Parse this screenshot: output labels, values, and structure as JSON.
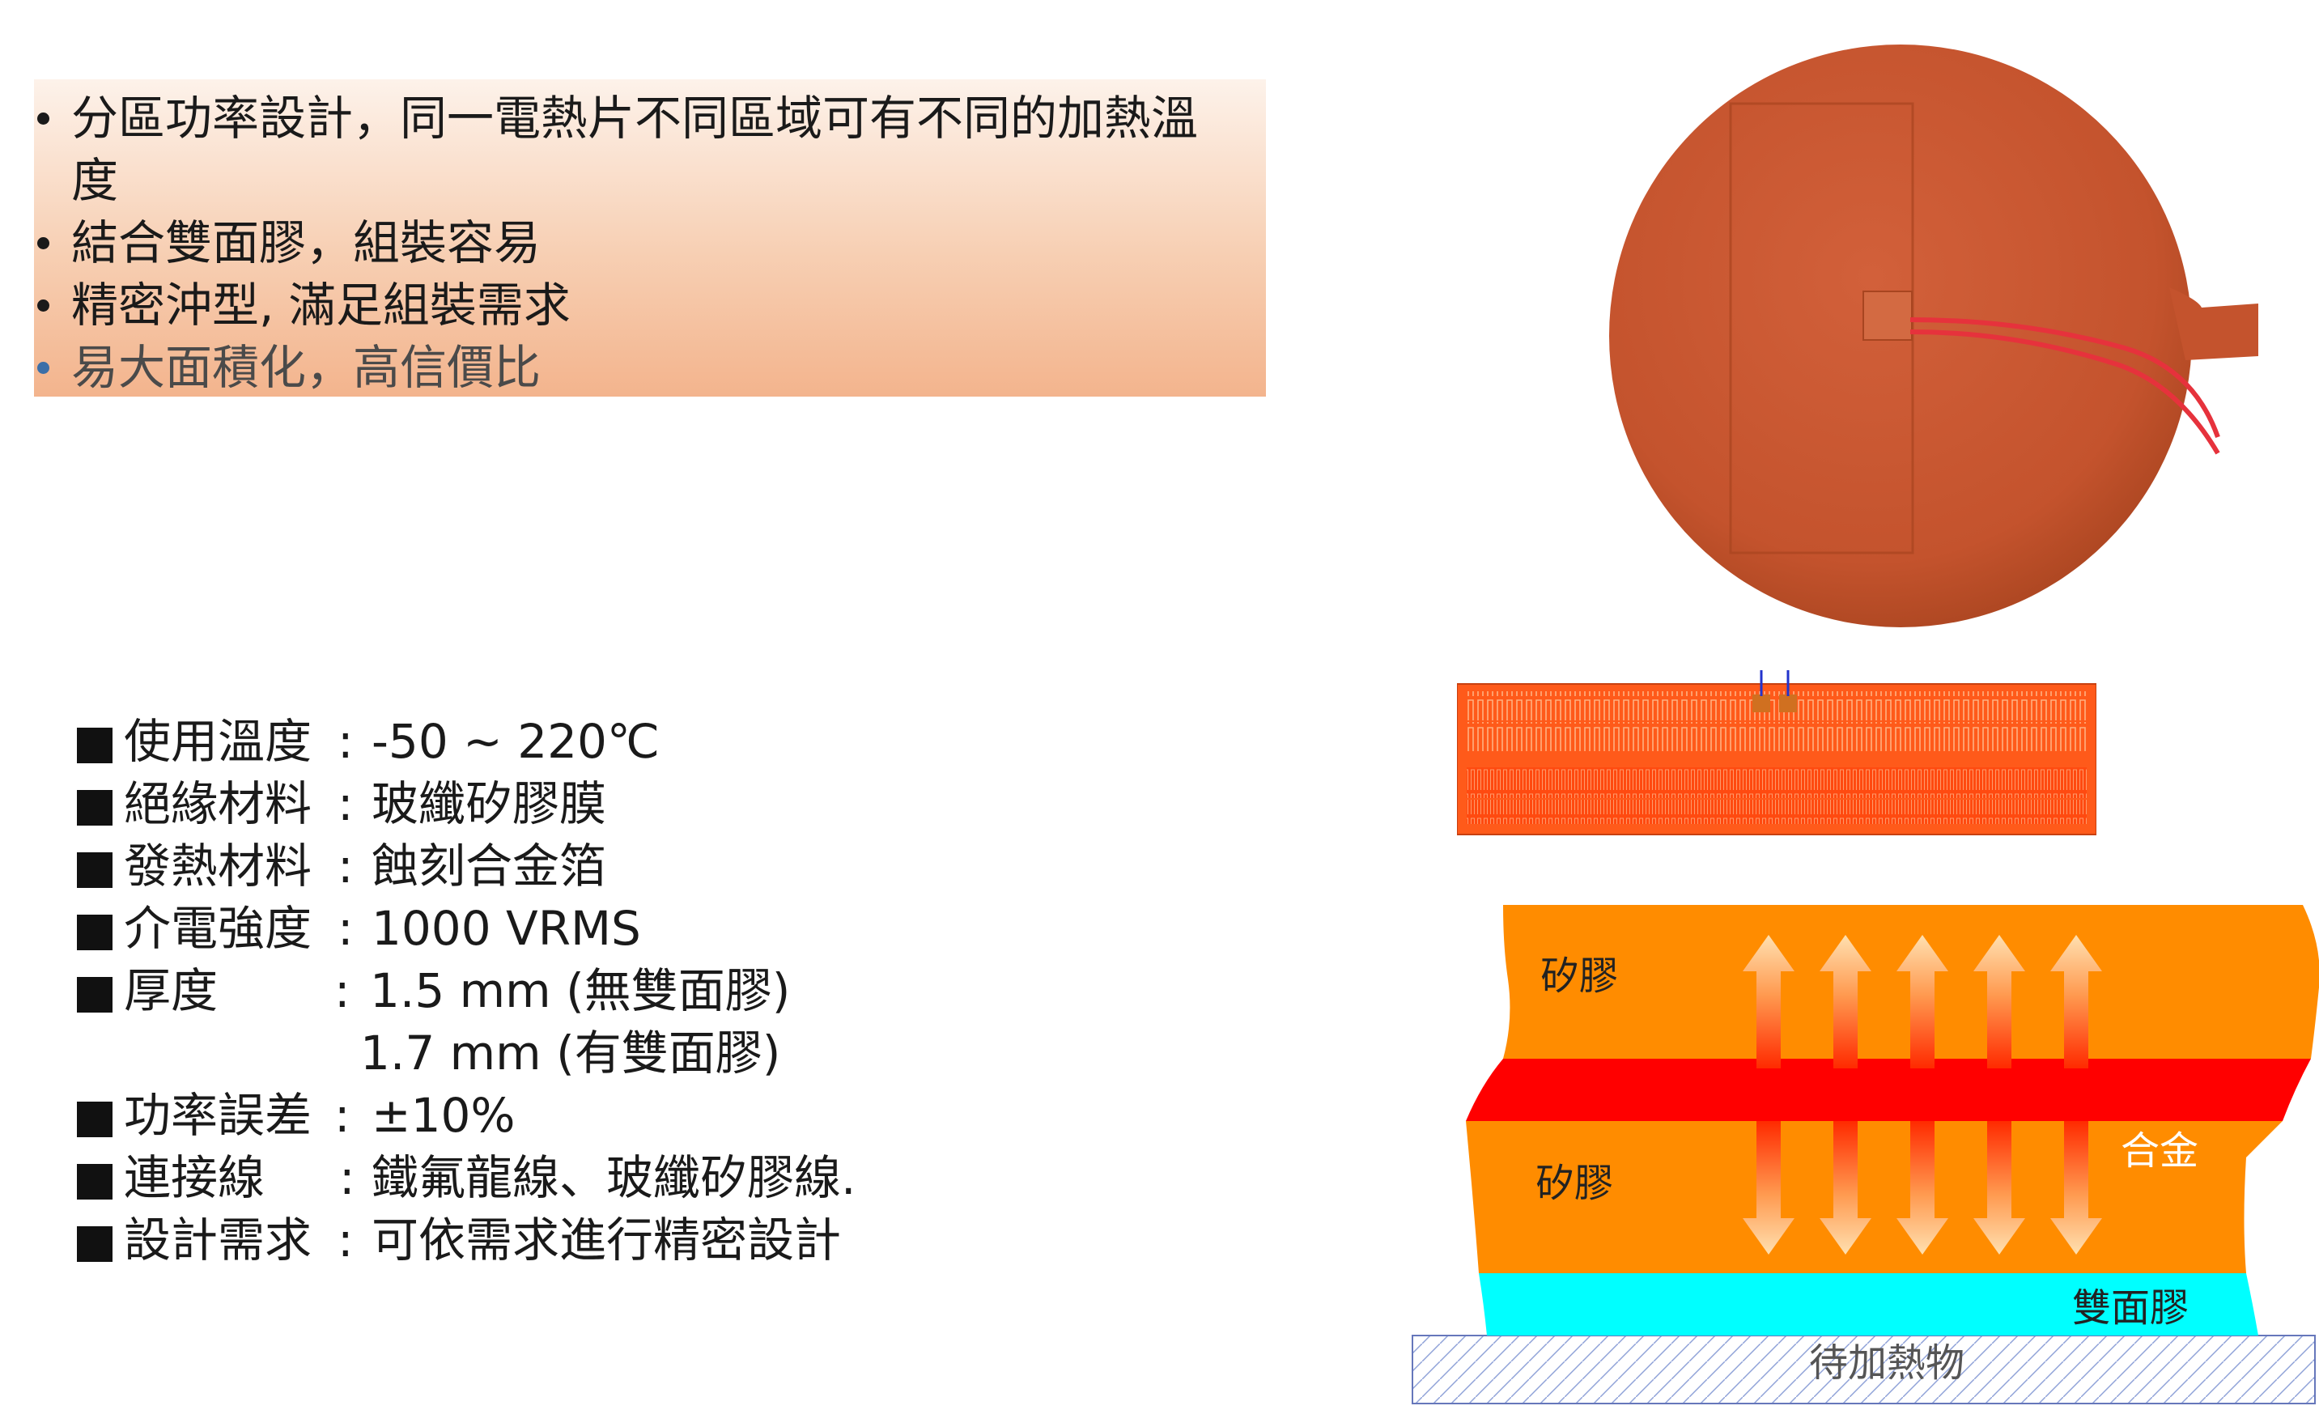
{
  "features": {
    "items": [
      {
        "text": "分區功率設計，同一電熱片不同區域可有不同的加熱溫度",
        "muted": false
      },
      {
        "text": "結合雙面膠，組裝容易",
        "muted": false
      },
      {
        "text": "精密沖型, 滿足組裝需求",
        "muted": false
      },
      {
        "text": "易大面積化，高信價比",
        "muted": true
      }
    ]
  },
  "specs": {
    "rows": [
      {
        "label": "使用溫度",
        "value": "-50 ~ 220℃"
      },
      {
        "label": "絕緣材料",
        "value": "玻纖矽膠膜"
      },
      {
        "label": "發熱材料",
        "value": "蝕刻合金箔"
      },
      {
        "label": "介電強度",
        "value": "1000 VRMS"
      },
      {
        "label": "厚度",
        "value": "1.5 mm (無雙面膠)"
      },
      {
        "label": "",
        "value": "1.7 mm (有雙面膠)"
      },
      {
        "label": "功率誤差",
        "value": "±10%"
      },
      {
        "label": "連接線",
        "value": "鐵氟龍線、玻纖矽膠線."
      },
      {
        "label": "設計需求",
        "value": "可依需求進行精密設計"
      }
    ]
  },
  "diagram": {
    "silicone_top": "矽膠",
    "silicone_bottom": "矽膠",
    "alloy": "合金",
    "double_tape": "雙面膠",
    "target_object": "待加熱物"
  },
  "colors": {
    "heater_surface": "#c8542c",
    "silicone": "#ff8c00",
    "alloy_layer": "#ff0000",
    "double_tape": "#00ffff",
    "foil_pattern": "#ff5a1a",
    "wire": "#e6323c"
  }
}
